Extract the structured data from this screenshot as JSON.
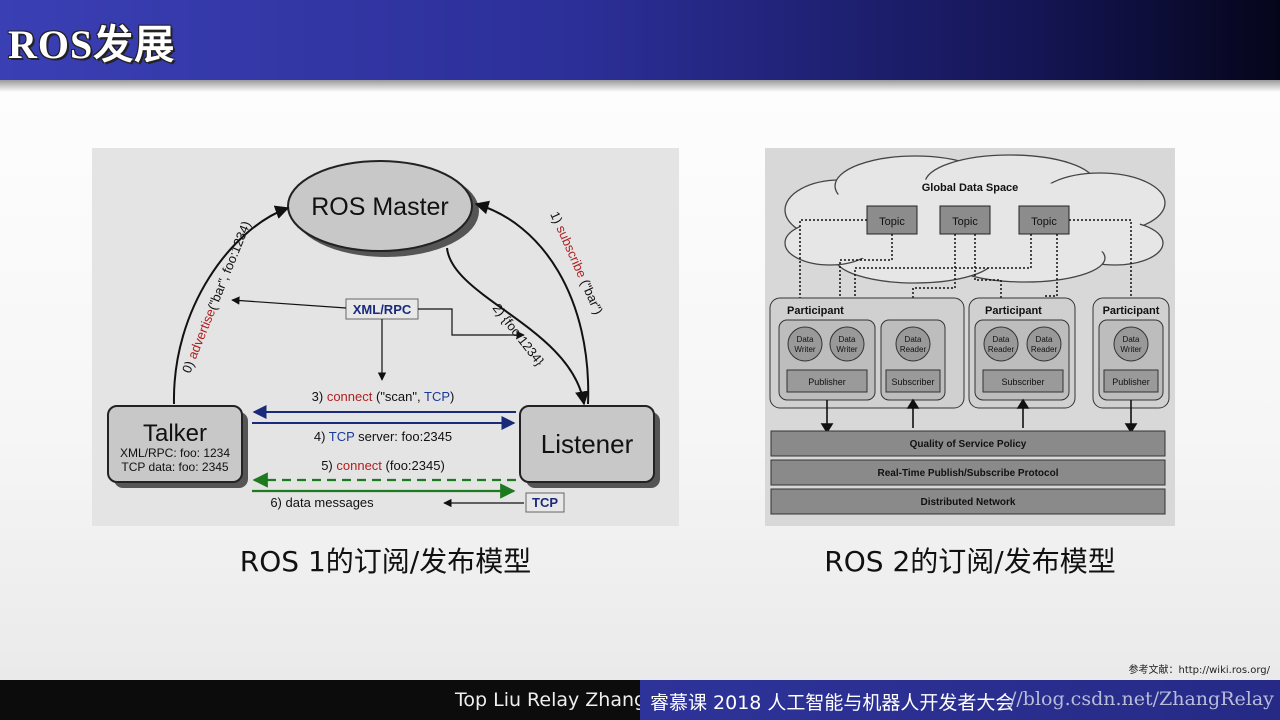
{
  "slide_title": "ROS发展",
  "ros1": {
    "caption": "ROS 1的订阅/发布模型",
    "master_label": "ROS Master",
    "talker_label": "Talker",
    "talker_xmlrpc": "XML/RPC: foo: 1234",
    "talker_tcp": "TCP data: foo: 2345",
    "listener_label": "Listener",
    "xmlrpc_badge": "XML/RPC",
    "tcp_badge": "TCP",
    "advertise_prefix": "0) ",
    "advertise_word": "advertise",
    "advertise_rest": "(\"bar\", foo:1234)",
    "subscribe_prefix": "1) ",
    "subscribe_word": "subscribe",
    "subscribe_rest": " (\"bar\")",
    "step2": "2) {foo:1234}",
    "step3_prefix": "3) ",
    "step3_word": "connect",
    "step3_mid": " (\"scan\", ",
    "step3_tcp": "TCP",
    "step3_end": ")",
    "step4_prefix": "4) ",
    "step4_tcp": "TCP",
    "step4_rest": " server: foo:2345",
    "step5_prefix": "5) ",
    "step5_word": "connect",
    "step5_rest": " (foo:2345)",
    "step6": "6) data messages"
  },
  "ros2": {
    "caption": "ROS 2的订阅/发布模型",
    "cloud_label": "Global Data Space",
    "topic_label": "Topic",
    "participant_label": "Participant",
    "data_label": "Data",
    "writer_label": "Writer",
    "reader_label": "Reader",
    "publisher_label": "Publisher",
    "subscriber_label": "Subscriber",
    "layer_qos": "Quality of Service Policy",
    "layer_rtps": "Real-Time Publish/Subscribe Protocol",
    "layer_network": "Distributed Network"
  },
  "reference": "参考文献：http://wiki.ros.org/",
  "footer": {
    "authors": "Top Liu  Relay Zhang",
    "event": "睿慕课 2018 人工智能与机器人开发者大会",
    "watermark": "//blog.csdn.net/ZhangRelay"
  }
}
